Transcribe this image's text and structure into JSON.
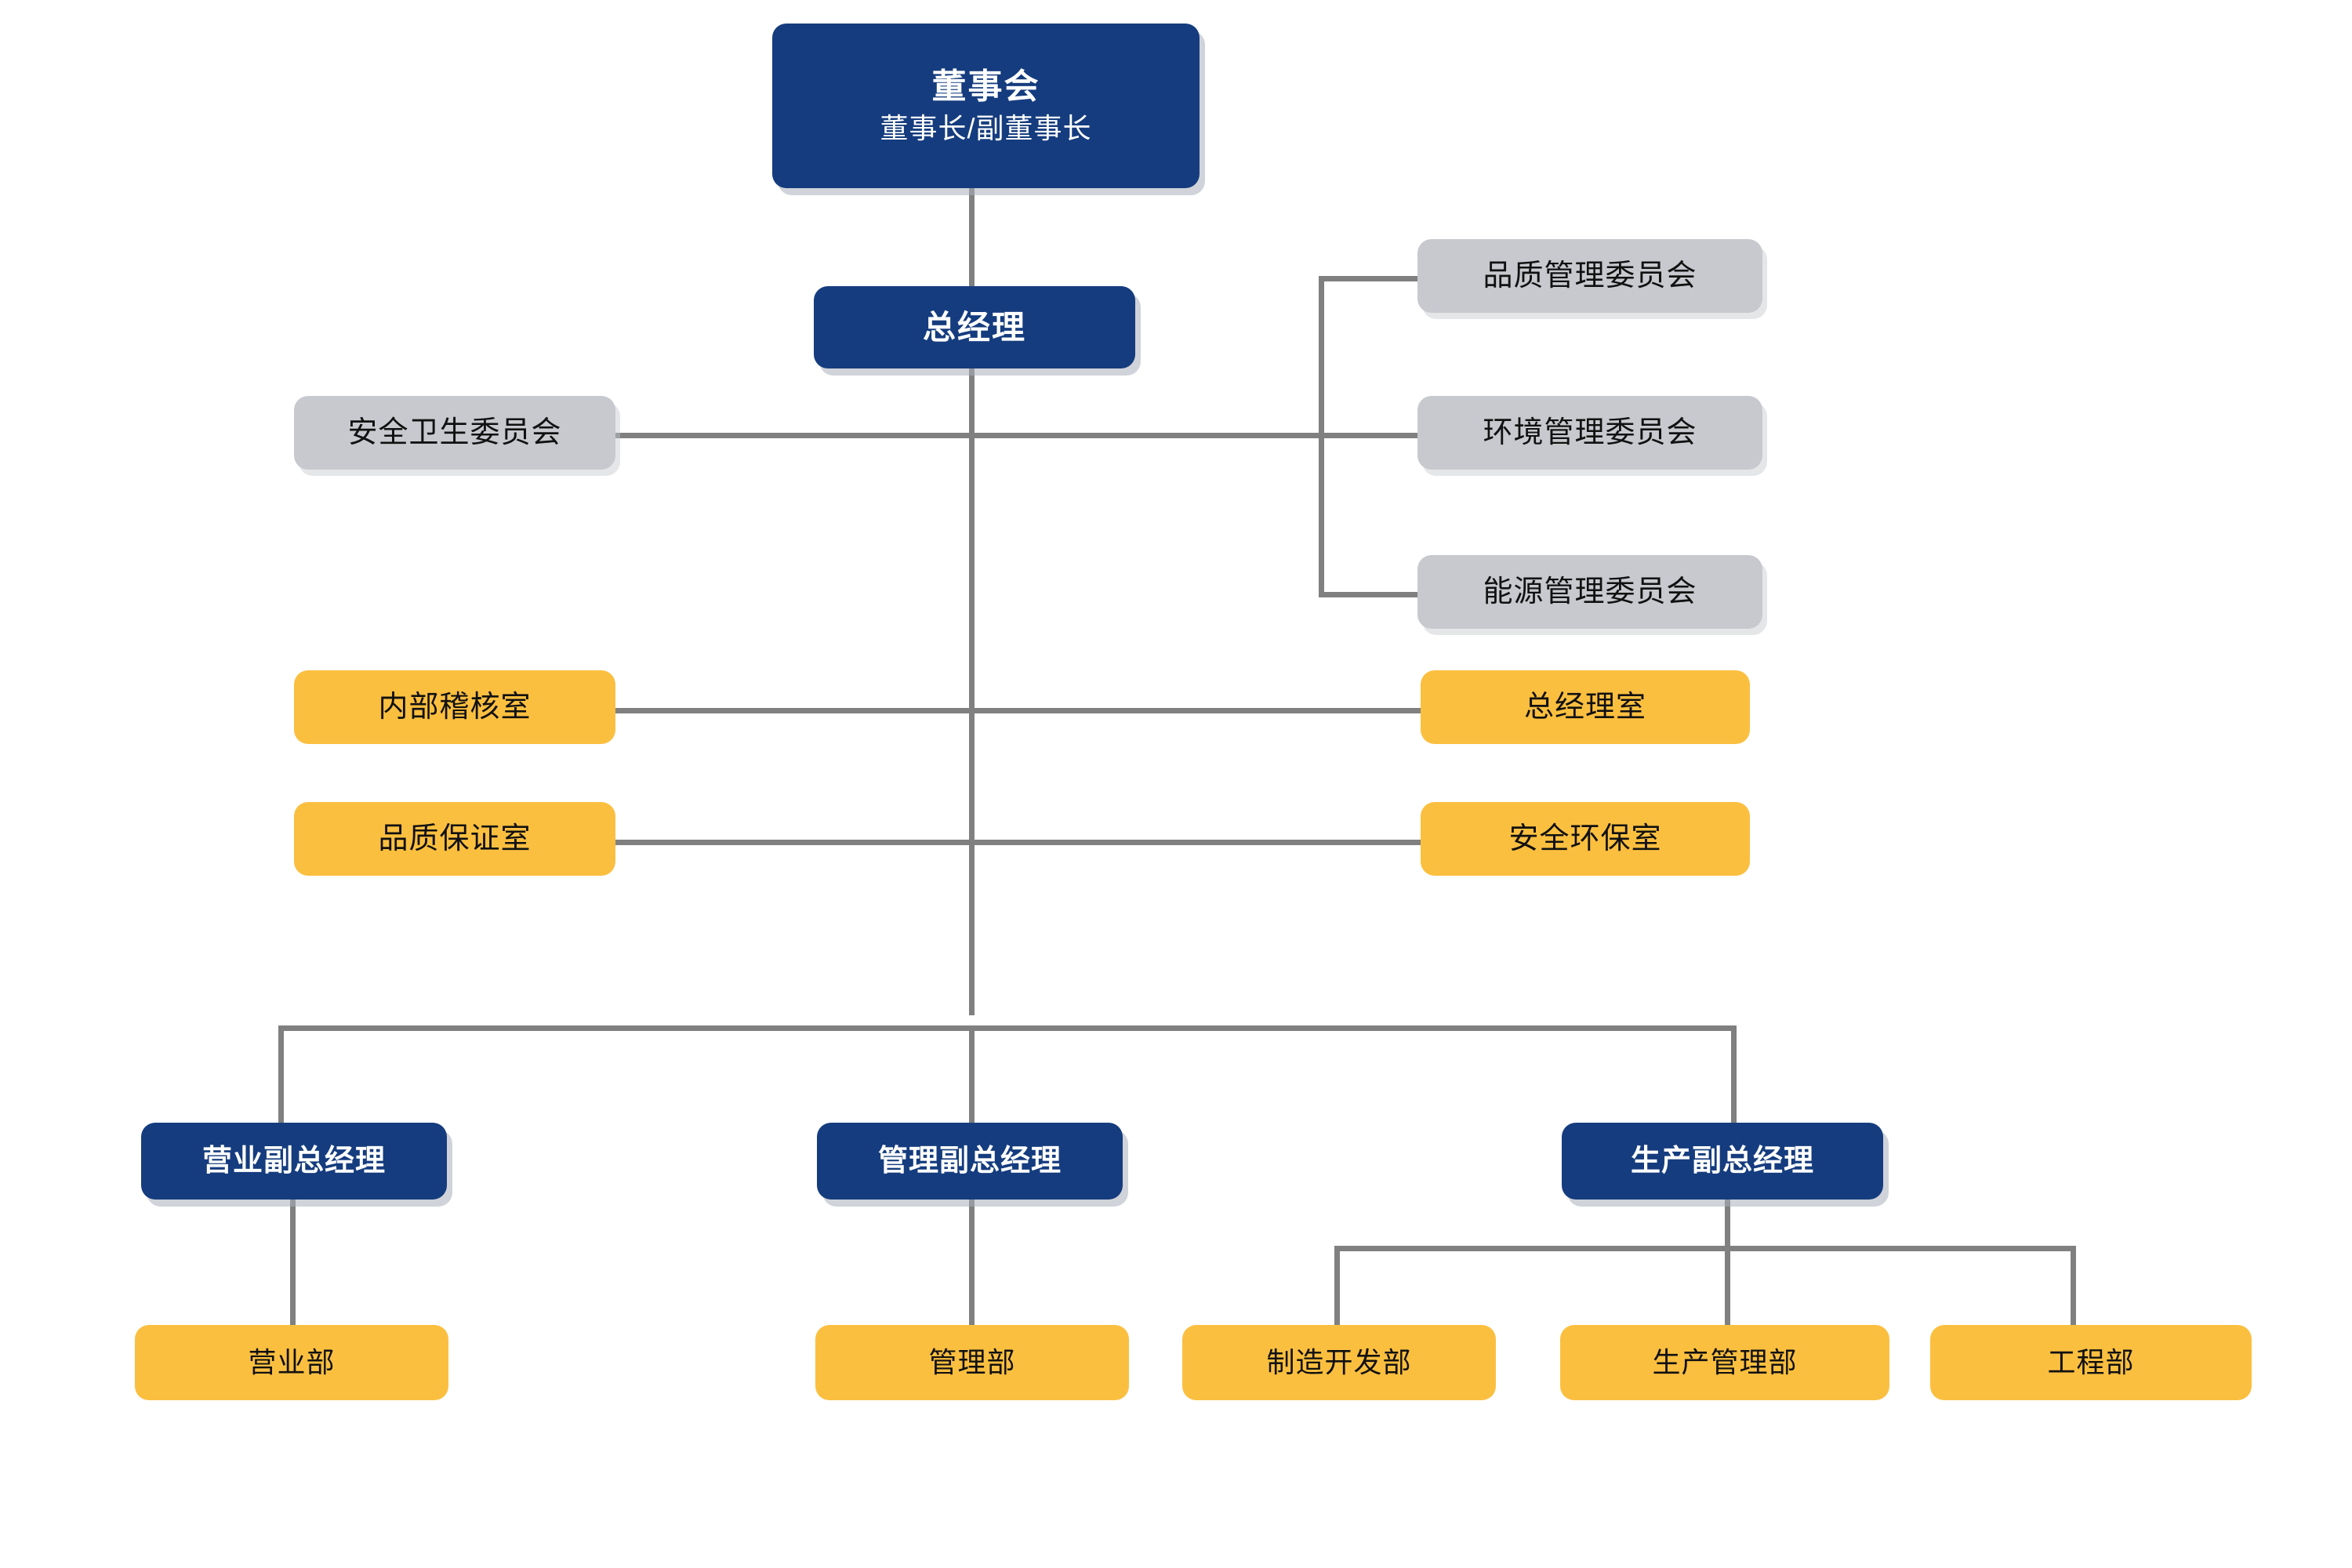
{
  "colors": {
    "navy": "#153C7E",
    "gray": "#C7C9CE",
    "amber": "#FBBF40",
    "connector": "#808080",
    "background": "#FFFFFF",
    "navy_text": "#FFFFFF",
    "dark_text": "#111111"
  },
  "chart_data": {
    "type": "diagram",
    "subtype": "organization-chart",
    "orientation": "top-down",
    "title": "",
    "levels": [
      {
        "level": 0,
        "nodes": [
          "董事会"
        ]
      },
      {
        "level": 1,
        "nodes": [
          "总经理"
        ]
      },
      {
        "level": 2,
        "nodes": [
          "安全卫生委员会",
          "品质管理委员会",
          "环境管理委员会",
          "能源管理委员会"
        ]
      },
      {
        "level": 3,
        "nodes": [
          "内部稽核室",
          "总经理室",
          "品质保证室",
          "安全环保室"
        ]
      },
      {
        "level": 4,
        "nodes": [
          "营业副总经理",
          "管理副总经理",
          "生产副总经理"
        ]
      },
      {
        "level": 5,
        "nodes": [
          "营业部",
          "管理部",
          "制造开发部",
          "生产管理部",
          "工程部"
        ]
      }
    ],
    "edges": [
      {
        "from": "董事会",
        "to": "总经理"
      },
      {
        "from": "总经理",
        "to": "安全卫生委员会"
      },
      {
        "from": "总经理",
        "to": "品质管理委员会"
      },
      {
        "from": "总经理",
        "to": "环境管理委员会"
      },
      {
        "from": "总经理",
        "to": "能源管理委员会"
      },
      {
        "from": "总经理",
        "to": "内部稽核室"
      },
      {
        "from": "总经理",
        "to": "总经理室"
      },
      {
        "from": "总经理",
        "to": "品质保证室"
      },
      {
        "from": "总经理",
        "to": "安全环保室"
      },
      {
        "from": "总经理",
        "to": "营业副总经理"
      },
      {
        "from": "总经理",
        "to": "管理副总经理"
      },
      {
        "from": "总经理",
        "to": "生产副总经理"
      },
      {
        "from": "营业副总经理",
        "to": "营业部"
      },
      {
        "from": "管理副总经理",
        "to": "管理部"
      },
      {
        "from": "生产副总经理",
        "to": "制造开发部"
      },
      {
        "from": "生产副总经理",
        "to": "生产管理部"
      },
      {
        "from": "生产副总经理",
        "to": "工程部"
      }
    ]
  },
  "board": {
    "title": "董事会",
    "subtitle": "董事长/副董事长"
  },
  "general_manager": {
    "title": "总经理"
  },
  "committees": {
    "left": [
      {
        "label": "安全卫生委员会"
      }
    ],
    "right": [
      {
        "label": "品质管理委员会"
      },
      {
        "label": "环境管理委员会"
      },
      {
        "label": "能源管理委员会"
      }
    ]
  },
  "staff_offices": {
    "left": [
      {
        "label": "内部稽核室"
      },
      {
        "label": "品质保证室"
      }
    ],
    "right": [
      {
        "label": "总经理室"
      },
      {
        "label": "安全环保室"
      }
    ]
  },
  "vice_presidents": [
    {
      "label": "营业副总经理"
    },
    {
      "label": "管理副总经理"
    },
    {
      "label": "生产副总经理"
    }
  ],
  "departments": [
    {
      "label": "营业部"
    },
    {
      "label": "管理部"
    },
    {
      "label": "制造开发部"
    },
    {
      "label": "生产管理部"
    },
    {
      "label": "工程部"
    }
  ]
}
